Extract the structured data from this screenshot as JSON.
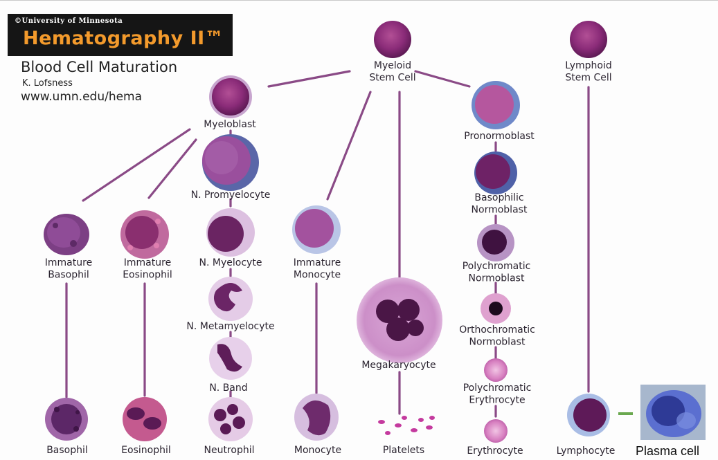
{
  "header": {
    "university": "©University of Minnesota",
    "brand": "Hematography II™",
    "title": "Blood Cell Maturation",
    "author": "K. Lofsness",
    "url": "www.umn.edu/hema"
  },
  "cells": {
    "myeloid_stem": "Myeloid\nStem Cell",
    "lymphoid_stem": "Lymphoid\nStem Cell",
    "myeloblast": "Myeloblast",
    "promyelocyte": "N. Promyelocyte",
    "myelocyte": "N. Myelocyte",
    "metamyelocyte": "N. Metamyelocyte",
    "band": "N. Band",
    "neutrophil": "Neutrophil",
    "immature_basophil": "Immature\nBasophil",
    "basophil": "Basophil",
    "immature_eosinophil": "Immature\nEosinophil",
    "eosinophil": "Eosinophil",
    "immature_monocyte": "Immature\nMonocyte",
    "monocyte": "Monocyte",
    "megakaryocyte": "Megakaryocyte",
    "platelets": "Platelets",
    "pronormoblast": "Pronormoblast",
    "basophilic_normoblast": "Basophilic\nNormoblast",
    "polychromatic_normoblast": "Polychromatic\nNormoblast",
    "orthochromatic_normoblast": "Orthochromatic\nNormoblast",
    "polychromatic_erythrocyte": "Polychromatic\nErythrocyte",
    "erythrocyte": "Erythrocyte",
    "lymphocyte": "Lymphocyte"
  },
  "annotation": {
    "plasma_cell": "Plasma cell"
  },
  "colors": {
    "connector": "#8a4a86",
    "brand_orange": "#f39a2c",
    "annotation_dash": "#6aa84f"
  }
}
